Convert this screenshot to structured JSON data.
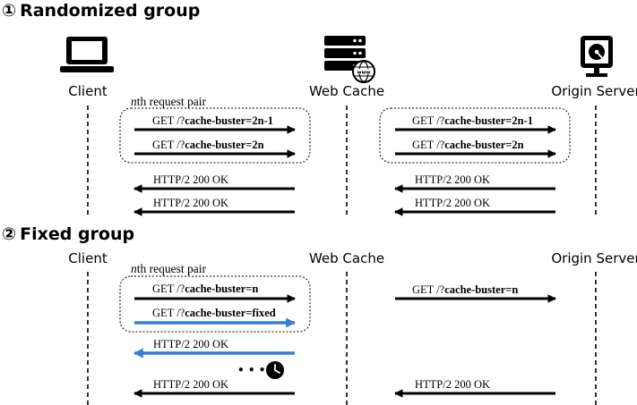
{
  "sections": [
    {
      "marker": "①",
      "title": "Randomized group",
      "actors": [
        "Client",
        "Web Cache",
        "Origin Server"
      ],
      "pair_label_italic": "n",
      "pair_label_rest": "th request pair",
      "left_requests": [
        {
          "prefix": "GET /?",
          "param": "cache-buster=2n-1"
        },
        {
          "prefix": "GET /?",
          "param": "cache-buster=2n"
        }
      ],
      "right_requests": [
        {
          "prefix": "GET /?",
          "param": "cache-buster=2n-1"
        },
        {
          "prefix": "GET /?",
          "param": "cache-buster=2n"
        }
      ],
      "left_responses": [
        "HTTP/2 200 OK",
        "HTTP/2 200 OK"
      ],
      "right_responses": [
        "HTTP/2 200 OK",
        "HTTP/2 200 OK"
      ]
    },
    {
      "marker": "②",
      "title": "Fixed group",
      "actors": [
        "Client",
        "Web Cache",
        "Origin Server"
      ],
      "pair_label_italic": "n",
      "pair_label_rest": "th request pair",
      "left_requests": [
        {
          "prefix": "GET /?",
          "param": "cache-buster=n"
        },
        {
          "prefix": "GET /?",
          "param": "cache-buster=fixed"
        }
      ],
      "right_requests": [
        {
          "prefix": "GET /?",
          "param": "cache-buster=n"
        }
      ],
      "left_responses": [
        "HTTP/2 200 OK",
        "HTTP/2 200 OK"
      ],
      "right_responses": [
        "HTTP/2 200 OK"
      ],
      "wait_dots": "• • •"
    }
  ],
  "colors": {
    "arrow": "#000000",
    "highlight": "#2f7fd6"
  },
  "icons": [
    "laptop-icon",
    "server-stack-icon",
    "globe-www-icon",
    "origin-server-icon",
    "clock-icon"
  ]
}
